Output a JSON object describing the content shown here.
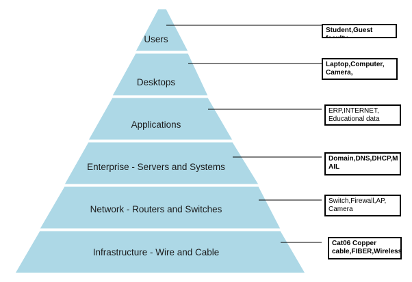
{
  "colors": {
    "tier_fill": "#add8e6",
    "tier_separator": "#ffffff",
    "connector": "#000000",
    "box_border": "#000000"
  },
  "tiers": [
    {
      "label": "Users",
      "note": "Student,Guest faculty"
    },
    {
      "label": "Desktops",
      "note": "Laptop,Computer,\nCamera,"
    },
    {
      "label": "Applications",
      "note": "ERP,INTERNET,\nEducational data"
    },
    {
      "label": "Enterprise - Servers and Systems",
      "note": "Domain,DNS,DHCP,M\nAIL"
    },
    {
      "label": "Network - Routers and Switches",
      "note": "Switch,Firewall,AP,\nCamera"
    },
    {
      "label": "Infrastructure - Wire and Cable",
      "note": "Cat06 Copper\ncable,FIBER,Wireless"
    }
  ]
}
